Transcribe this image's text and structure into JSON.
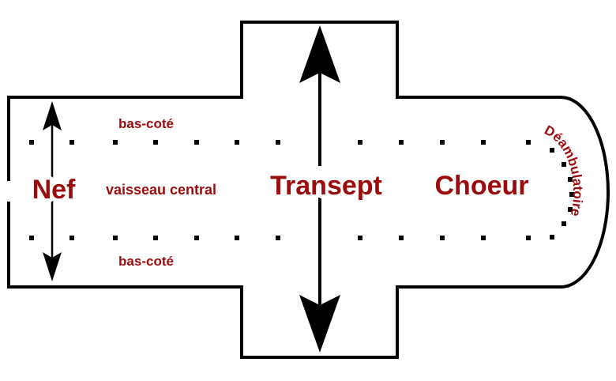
{
  "labels": {
    "nef": "Nef",
    "vaisseau_central": "vaisseau central",
    "bas_cote_top": "bas-coté",
    "bas_cote_bottom": "bas-coté",
    "transept": "Transept",
    "choeur": "Choeur",
    "deambulatoire": "Déambulatoire"
  },
  "colors": {
    "label": "#9b0b0b",
    "outline": "#000000",
    "background": "#ffffff"
  }
}
